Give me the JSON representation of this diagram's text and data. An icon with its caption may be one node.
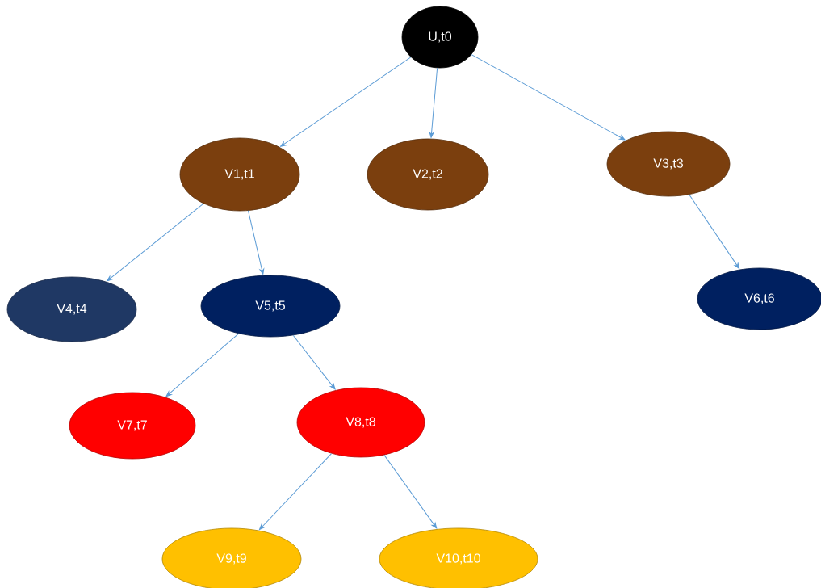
{
  "diagram": {
    "nodes": [
      {
        "text": [
          "U,t0"
        ]
      },
      {
        "text": [
          "V1,t1"
        ]
      },
      {
        "text": [
          "V2,t2"
        ]
      },
      {
        "text": [
          "V3,t3"
        ]
      },
      {
        "text": [
          "V4,t4"
        ]
      },
      {
        "text": [
          "V5,t5"
        ]
      },
      {
        "text": [
          "V6,t6"
        ]
      },
      {
        "text": [
          "V7,t7"
        ]
      },
      {
        "text": [
          "V8,t8"
        ]
      },
      {
        "text": [
          "V9,t9"
        ]
      },
      {
        "text": [
          "V10,t10"
        ]
      }
    ],
    "edges": [
      {
        "from": 0,
        "to": 1,
        "arrow": "to"
      },
      {
        "from": 0,
        "to": 2,
        "arrow": "to"
      },
      {
        "from": 0,
        "to": 3,
        "arrow": "to"
      },
      {
        "from": 1,
        "to": 4,
        "arrow": "to"
      },
      {
        "from": 1,
        "to": 5,
        "arrow": "to"
      },
      {
        "from": 3,
        "to": 6,
        "arrow": "to"
      },
      {
        "from": 5,
        "to": 7,
        "arrow": "to"
      },
      {
        "from": 5,
        "to": 8,
        "arrow": "to"
      },
      {
        "from": 8,
        "to": 9,
        "arrow": "to"
      },
      {
        "from": 8,
        "to": 10,
        "arrow": "to"
      }
    ]
  }
}
